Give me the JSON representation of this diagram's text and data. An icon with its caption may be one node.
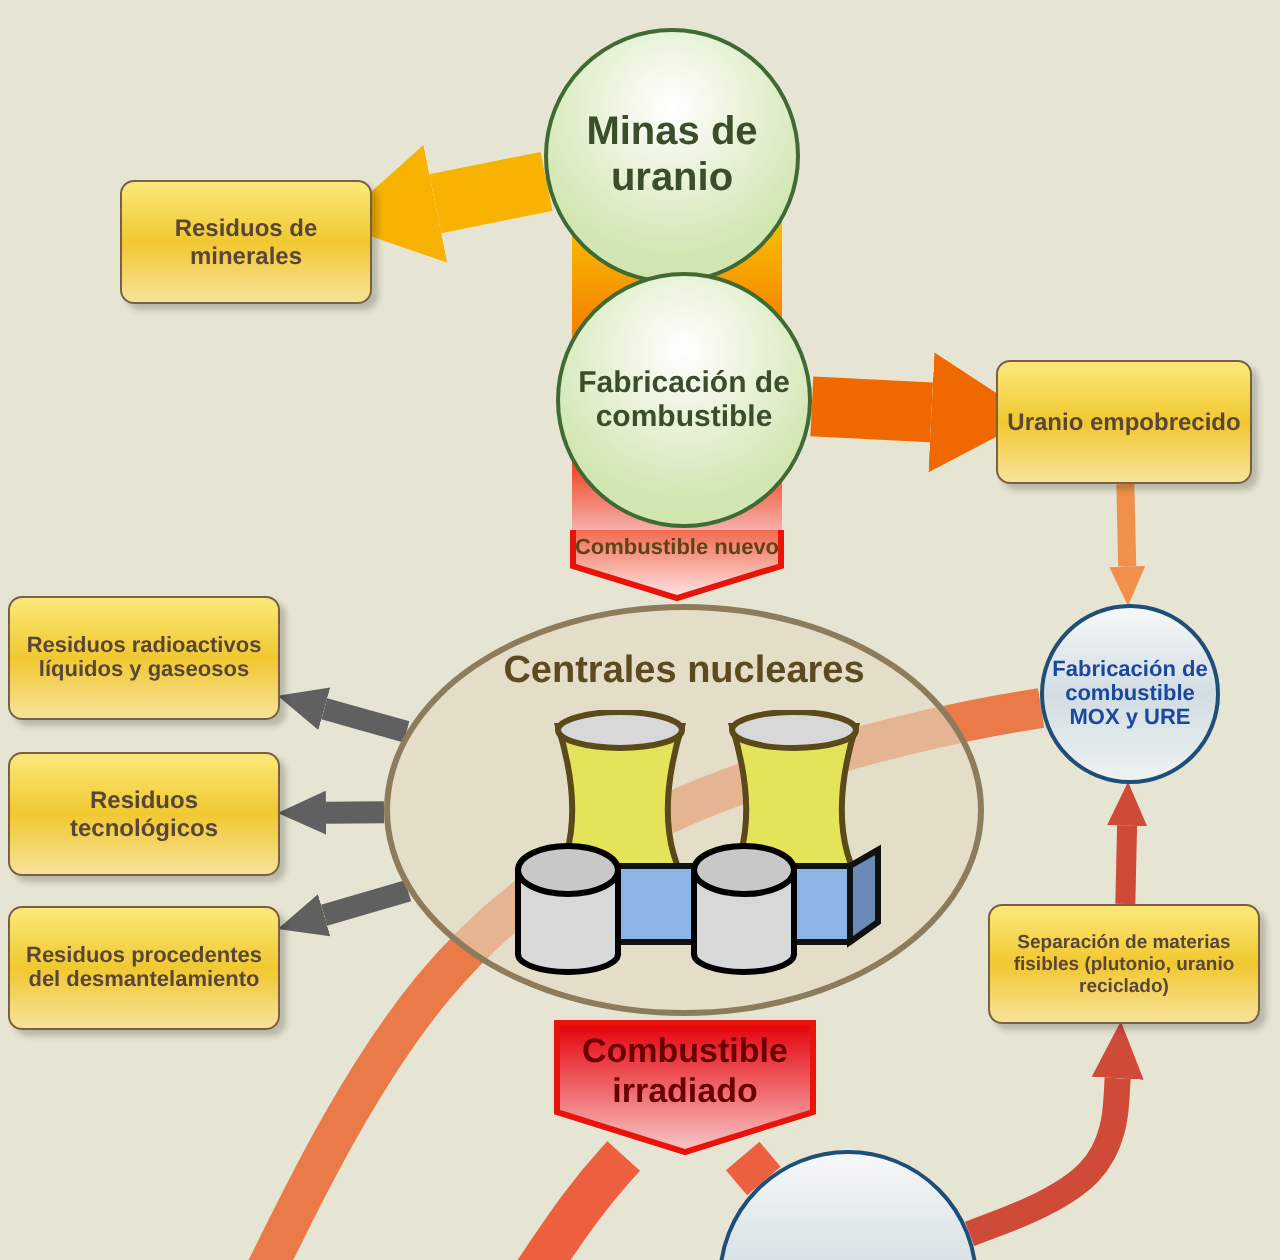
{
  "diagram": {
    "nodes": [
      {
        "text": [
          "Minas de uranio"
        ]
      },
      {
        "text": [
          "Fabricación de combustible"
        ]
      },
      {
        "text": [
          "Residuos de minerales"
        ]
      },
      {
        "text": [
          "Uranio empobrecido"
        ]
      },
      {
        "text": [
          "Combustible nuevo"
        ]
      },
      {
        "text": [
          "Centrales nucleares"
        ]
      },
      {
        "text": [
          "Residuos radioactivos líquidos y gaseosos"
        ]
      },
      {
        "text": [
          "Residuos tecnológicos"
        ]
      },
      {
        "text": [
          "Residuos procedentes del desmantelamiento"
        ]
      },
      {
        "text": [
          "Fabricación de combustible MOX y URE"
        ]
      },
      {
        "text": [
          "Separación de materias fisibles (plutonio, uranio reciclado)"
        ]
      },
      {
        "text": [
          "Combustible irradiado"
        ]
      },
      {
        "text": [],
        "shape": "circle"
      }
    ],
    "edges": [
      {
        "from": 0,
        "to": 2,
        "arrow": "to",
        "style": "thick",
        "color": "#f7b300"
      },
      {
        "from": 1,
        "to": 3,
        "arrow": "to",
        "style": "thick",
        "color": "#ef6800"
      },
      {
        "from": 3,
        "to": 9,
        "arrow": "to",
        "color": "#f0904a"
      },
      {
        "from": 5,
        "to": 6,
        "arrow": "to"
      },
      {
        "from": 5,
        "to": 7,
        "arrow": "to"
      },
      {
        "from": 5,
        "to": 8,
        "arrow": "to"
      },
      {
        "from": 10,
        "to": 9,
        "arrow": "to",
        "color": "#d04a38"
      },
      {
        "from": 12,
        "to": 10,
        "arrow": "to",
        "color": "#d04a38"
      },
      {
        "from": 11,
        "to": 12,
        "arrow": "none",
        "color": "#ec6040"
      },
      {
        "from": 11,
        "to": null,
        "arrow": "none",
        "color": "#ec6040"
      },
      {
        "from": 9,
        "to": null,
        "arrow": "none",
        "color": "#ea7a48"
      }
    ]
  }
}
